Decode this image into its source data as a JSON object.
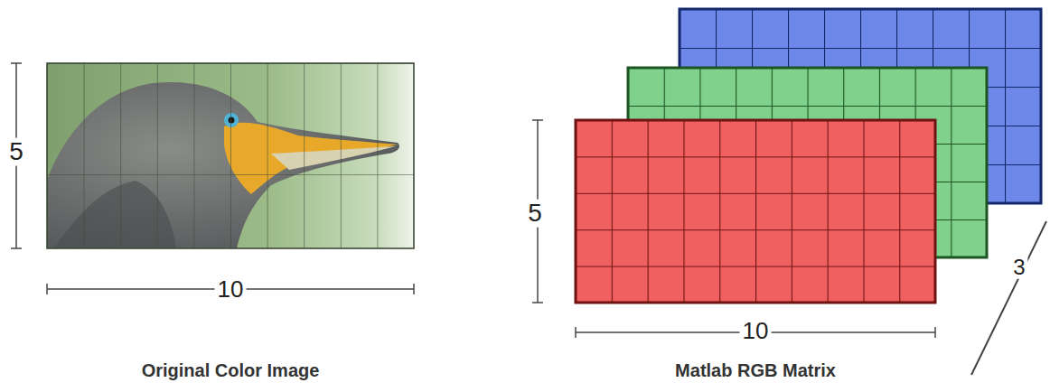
{
  "diagram": {
    "labels": [
      "5",
      "10",
      "Original Color Image",
      "5",
      "10",
      "3",
      "Matlab RGB Matrix"
    ]
  }
}
